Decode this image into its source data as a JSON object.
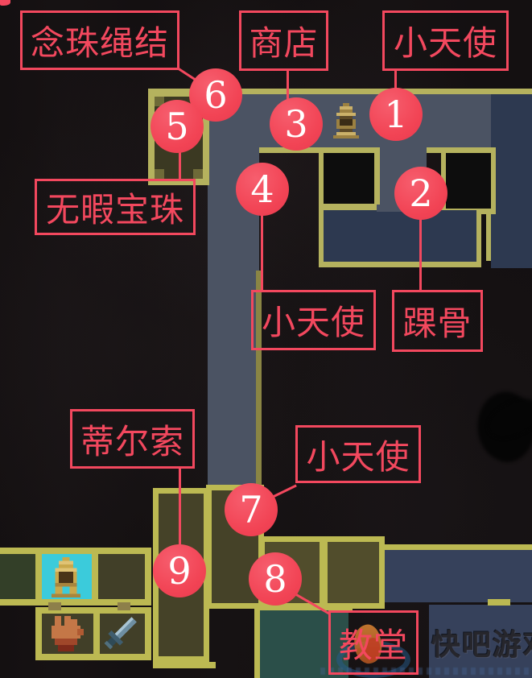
{
  "theme": {
    "bg": "#141011",
    "accent_red": "#f3485e",
    "marker_fill": "#f24455",
    "marker_text": "#ffffff",
    "map": {
      "slate": "#4b5363",
      "navy": "#2d3950",
      "navy_light": "#36415b",
      "olive_border": "#b5b25e",
      "olive_border_bottom": "#bcb952",
      "room_dark_olive": "#454228",
      "room_olive": "#514d2c",
      "room_green": "#333f28",
      "cyan": "#3bcbdb",
      "teal": "#2b4f49",
      "black_room": "#0d0d0d",
      "tan_connector": "#8d7f4a"
    }
  },
  "markers": [
    {
      "number": "1"
    },
    {
      "number": "2"
    },
    {
      "number": "3"
    },
    {
      "number": "4"
    },
    {
      "number": "5"
    },
    {
      "number": "6"
    },
    {
      "number": "7"
    },
    {
      "number": "8"
    },
    {
      "number": "9"
    }
  ],
  "labels": [
    {
      "for_marker": "6",
      "text": "念珠绳结"
    },
    {
      "for_marker": "3",
      "text": "商店"
    },
    {
      "for_marker": "1",
      "text": "小天使"
    },
    {
      "for_marker": "5",
      "text": "无暇宝珠"
    },
    {
      "for_marker": "4",
      "text": "小天使"
    },
    {
      "for_marker": "2",
      "text": "踝骨"
    },
    {
      "for_marker": "9",
      "text": "蒂尔索"
    },
    {
      "for_marker": "7",
      "text": "小天使"
    },
    {
      "for_marker": "8",
      "text": "教堂"
    }
  ],
  "map_icons": [
    {
      "name": "shrine-icon"
    },
    {
      "name": "bell-icon"
    },
    {
      "name": "hand-icon"
    },
    {
      "name": "sword-icon"
    }
  ],
  "watermark": {
    "text": "快吧游戏"
  }
}
